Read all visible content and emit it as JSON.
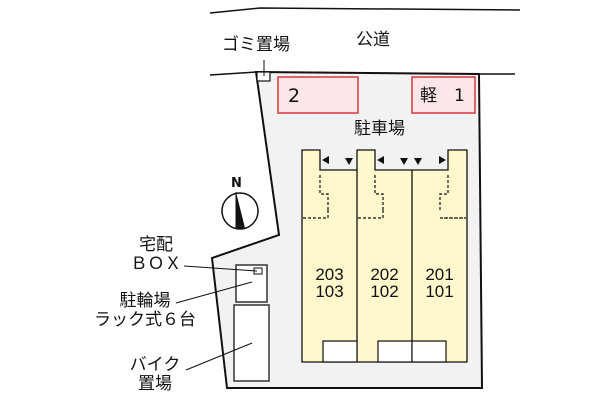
{
  "map": {
    "road_label": "公道",
    "trash_label": "ゴミ置場",
    "parking_label": "駐車場",
    "parking_spaces": [
      {
        "label": "2"
      },
      {
        "label": "軽　1"
      }
    ],
    "units": [
      {
        "upper": "203",
        "lower": "103"
      },
      {
        "upper": "202",
        "lower": "102"
      },
      {
        "upper": "201",
        "lower": "101"
      }
    ],
    "delivery_box_label": [
      "宅配",
      "ＢＯＸ"
    ],
    "bicycle_label": [
      "駐輪場",
      "ラック式６台"
    ],
    "motorbike_label": [
      "バイク",
      "置場"
    ],
    "compass_label": "N",
    "colors": {
      "lot_fill": "#f2f2f2",
      "building_fill": "#fff8cc",
      "parking_fill": "#fde6ea",
      "parking_border": "#d9363e",
      "outline": "#111111"
    }
  }
}
